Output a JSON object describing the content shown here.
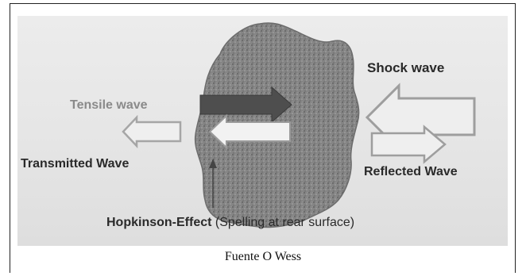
{
  "diagram": {
    "labels": {
      "shock_wave": "Shock wave",
      "tensile_wave": "Tensile wave",
      "transmitted_wave": "Transmitted Wave",
      "reflected_wave": "Reflected Wave",
      "hopkinson_bold": "Hopkinson-Effect",
      "hopkinson_note": "(Spelling at rear surface)"
    },
    "colors": {
      "background": "#e8e8e8",
      "rock": "#7d7d7d",
      "dark_arrow": "#505050",
      "outline_arrow": "#9a9a9a",
      "text": "#2a2a2a",
      "faded_text": "#8a8a8a"
    }
  },
  "caption": "Fuente O Wess"
}
